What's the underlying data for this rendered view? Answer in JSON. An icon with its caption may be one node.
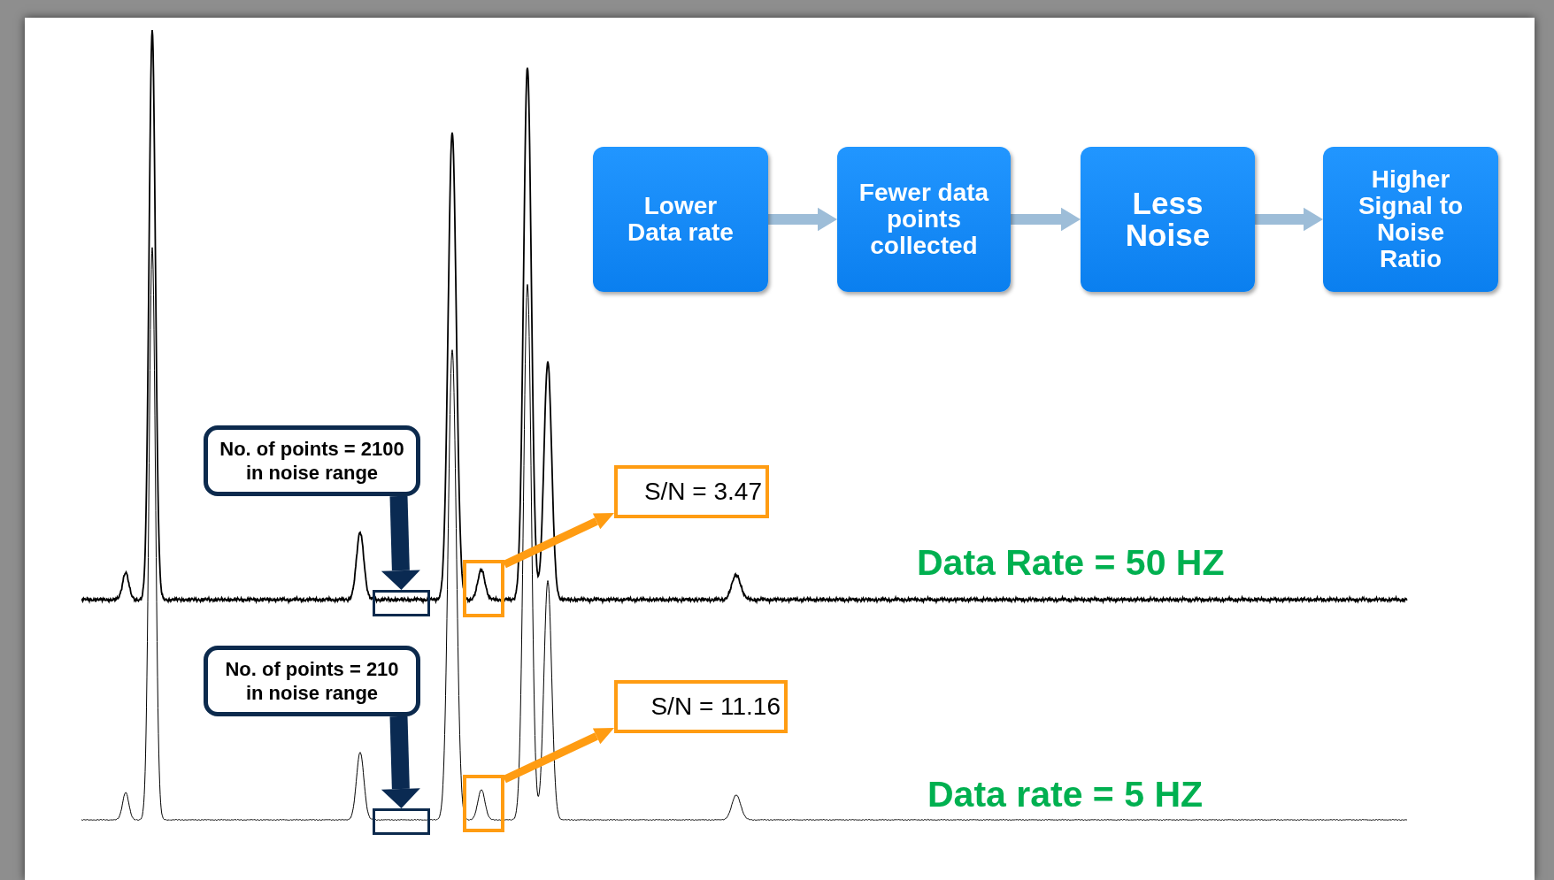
{
  "diagram": {
    "nodes": [
      {
        "text": [
          "Lower Data rate"
        ]
      },
      {
        "text": [
          "Fewer data points collected"
        ]
      },
      {
        "text": [
          "Less Noise"
        ]
      },
      {
        "text": [
          "Higher Signal to Noise Ratio"
        ]
      },
      {
        "text": [
          "No. of points = 2100 in noise range"
        ]
      },
      {
        "text": [],
        "shape": "box"
      },
      {
        "text": [],
        "shape": "box"
      },
      {
        "text": [
          "S/N = 3.47"
        ]
      },
      {
        "text": [
          "No. of points = 210 in noise range"
        ]
      },
      {
        "text": [],
        "shape": "box"
      },
      {
        "text": [],
        "shape": "box"
      },
      {
        "text": [
          "S/N = 11.16"
        ]
      }
    ],
    "edges": [
      {
        "from": 0,
        "to": 1,
        "arrow": "to",
        "color": "#9dbdd8"
      },
      {
        "from": 1,
        "to": 2,
        "arrow": "to",
        "color": "#9dbdd8"
      },
      {
        "from": 2,
        "to": 3,
        "arrow": "to",
        "color": "#9dbdd8"
      },
      {
        "from": 4,
        "to": 5,
        "arrow": "to",
        "color": "#0a2a52"
      },
      {
        "from": 6,
        "to": 7,
        "arrow": "to",
        "color": "#ff9c12"
      },
      {
        "from": 8,
        "to": 9,
        "arrow": "to",
        "color": "#0a2a52"
      },
      {
        "from": 10,
        "to": 11,
        "arrow": "to",
        "color": "#ff9c12"
      }
    ],
    "labels": [
      "Data Rate = 50 HZ",
      "Data rate = 5 HZ"
    ]
  }
}
